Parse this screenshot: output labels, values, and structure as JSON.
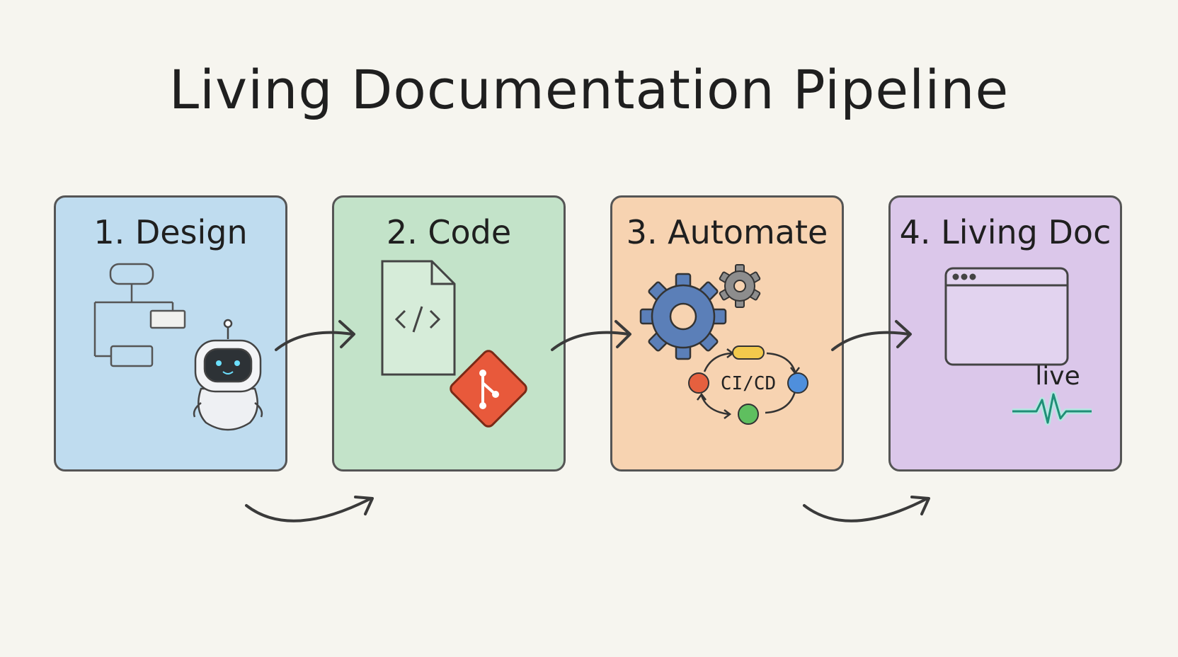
{
  "title": "Living Documentation Pipeline",
  "stages": [
    {
      "label": "1. Design",
      "icons": [
        "flowchart-icon",
        "robot-icon"
      ]
    },
    {
      "label": "2. Code",
      "icons": [
        "code-file-icon",
        "git-icon"
      ]
    },
    {
      "label": "3. Automate",
      "icons": [
        "gears-icon",
        "cicd-cycle-icon"
      ],
      "cycle_label": "CI/CD"
    },
    {
      "label": "4. Living Doc",
      "icons": [
        "browser-window-icon",
        "pulse-icon"
      ],
      "status_label": "live"
    }
  ],
  "colors": {
    "design": "#bfdcef",
    "code": "#c3e3c9",
    "automate": "#f7d3b1",
    "living_doc": "#dbc7ea",
    "git": "#e8593b",
    "gear": "#5b7fb8"
  }
}
